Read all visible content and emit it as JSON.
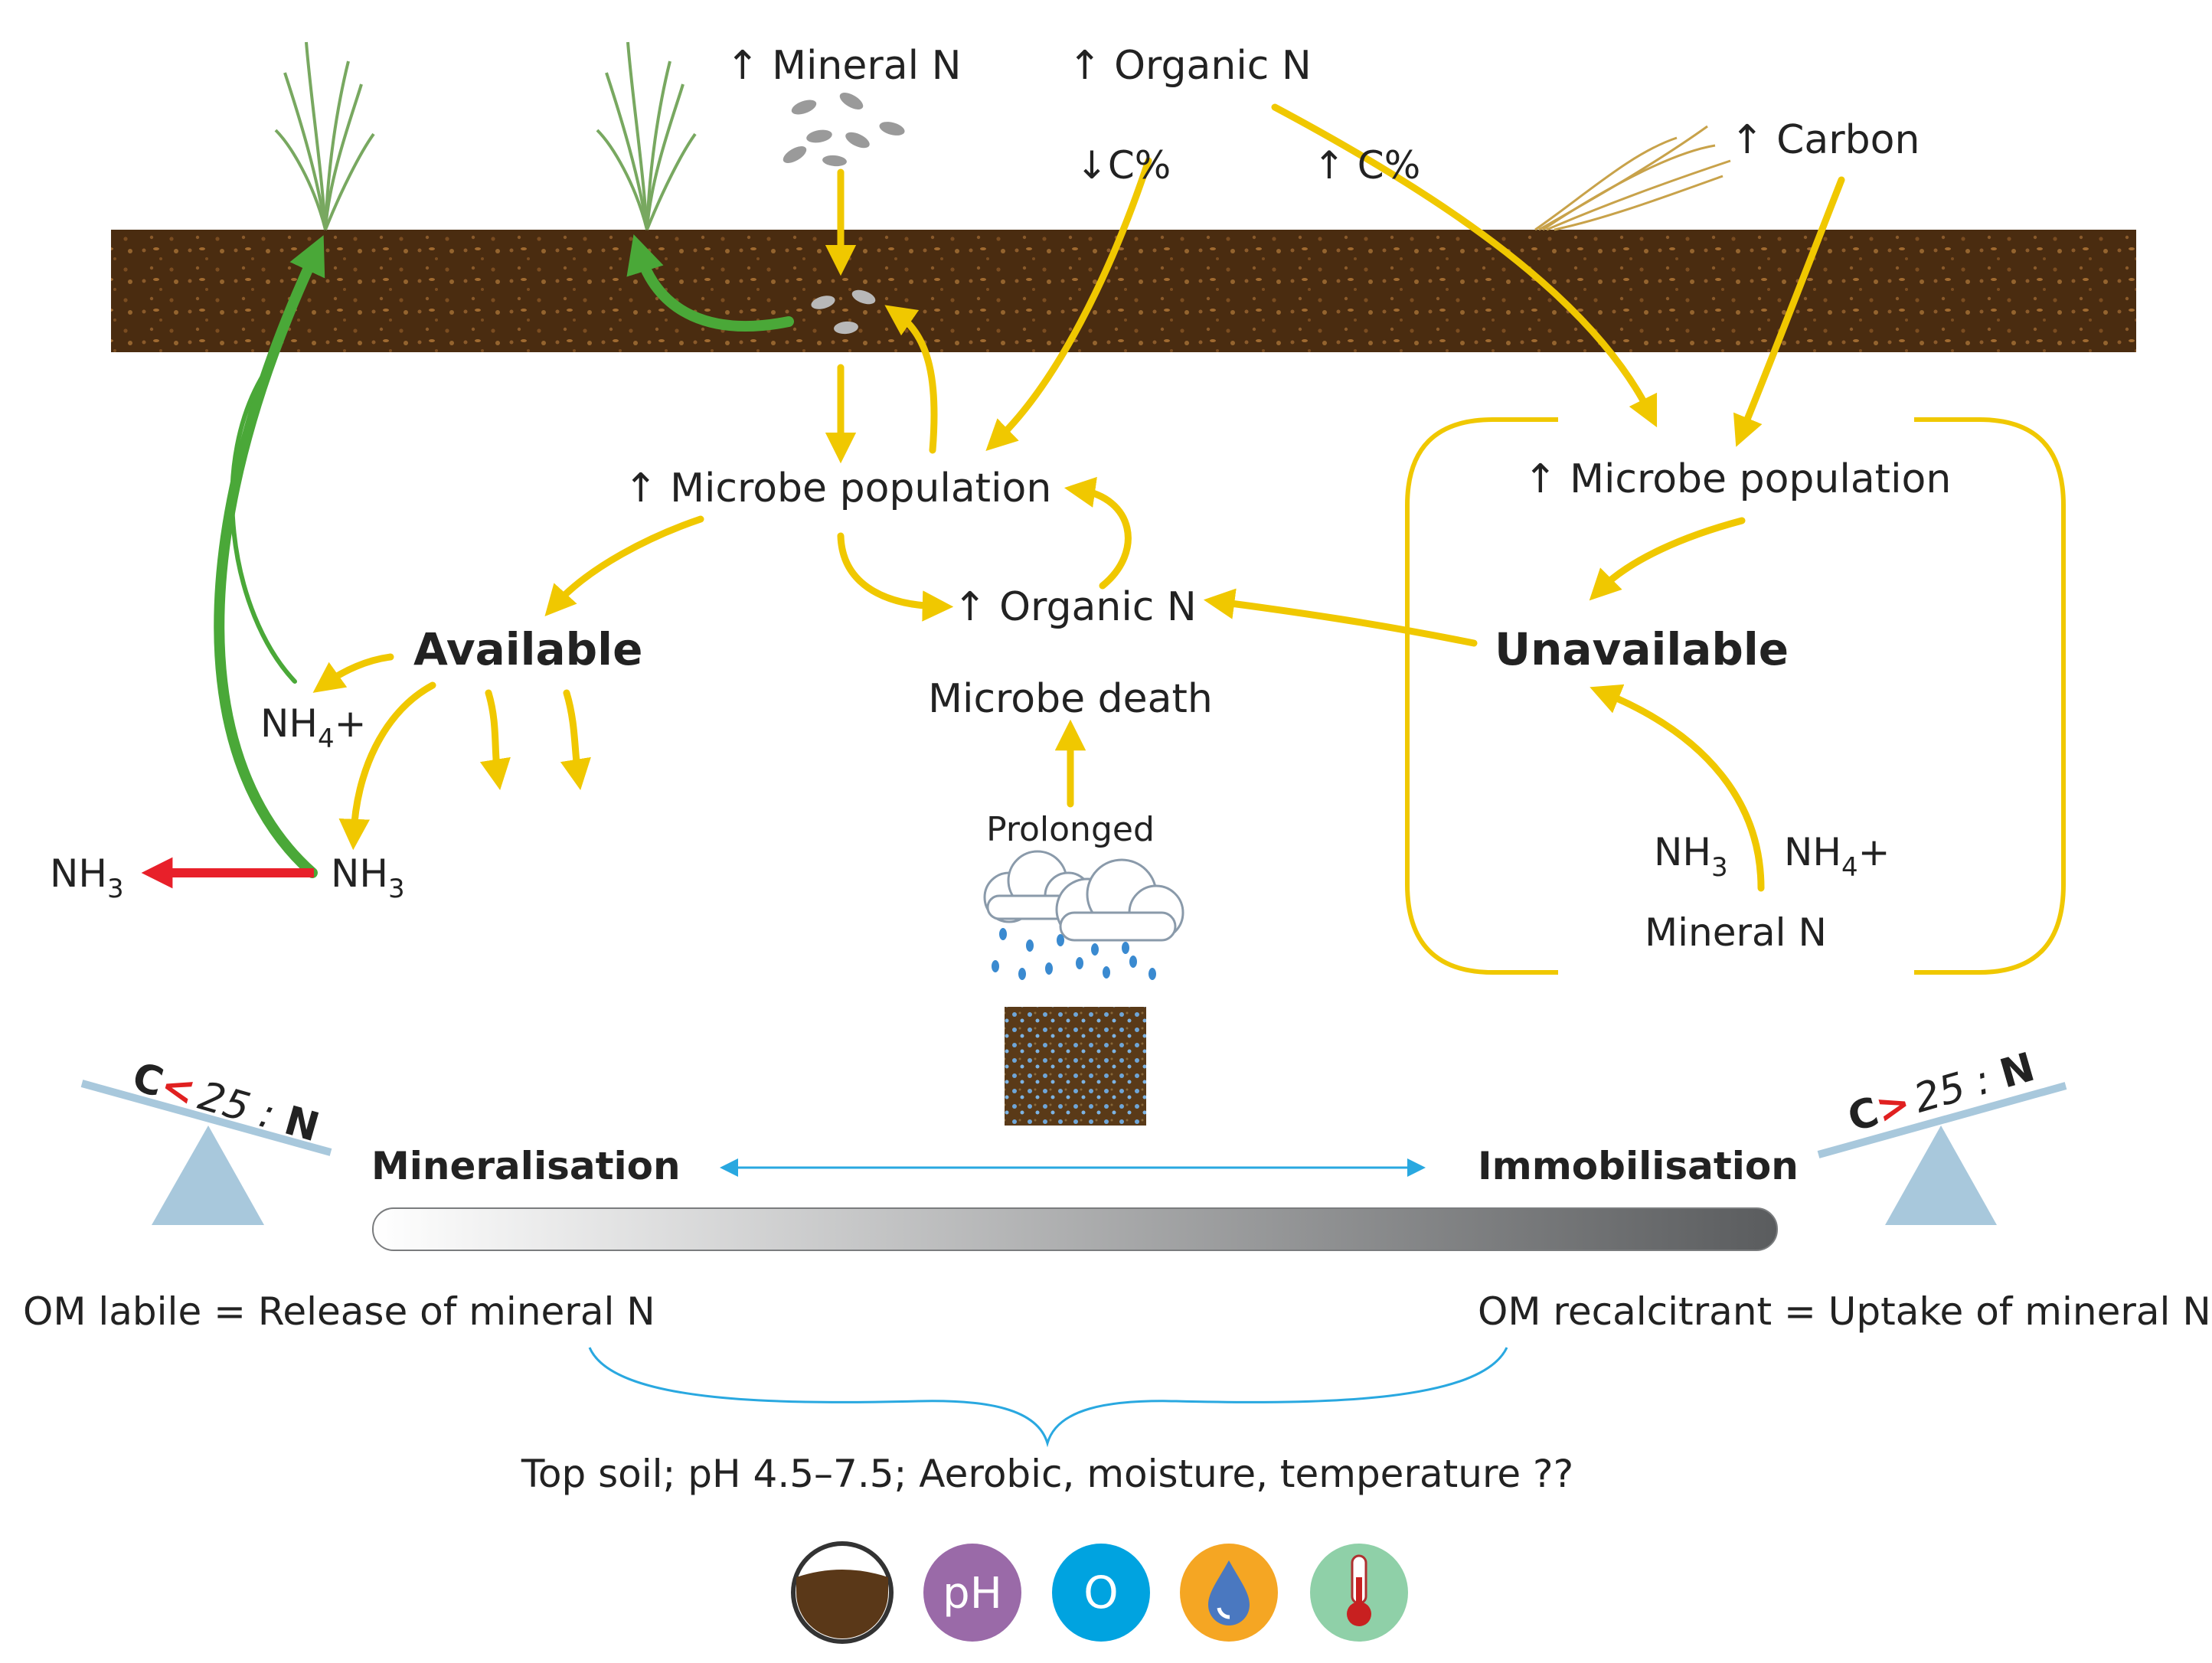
{
  "labels": {
    "mineral_n_top": "↑ Mineral N",
    "organic_n_top": "↑ Organic N",
    "c_down": "↓C%",
    "c_up": "↑ C%",
    "carbon": "↑ Carbon",
    "microbe_pop_left": "↑ Microbe population",
    "microbe_pop_right": "↑ Microbe population",
    "organic_n_center": "↑ Organic N",
    "microbe_death": "Microbe death",
    "prolonged": "Prolonged",
    "available": "Available",
    "unavailable": "Unavailable",
    "nh4_left": "NH",
    "nh4_left_sub": "4",
    "nh4_left_suffix": "+",
    "nh3_left_a": "NH",
    "nh3_left_a_sub": "3",
    "nh3_left_b": "NH",
    "nh3_left_b_sub": "3",
    "nh3_right": "NH",
    "nh3_right_sub": "3",
    "nh4_right": "NH",
    "nh4_right_sub": "4",
    "nh4_right_suffix": "+",
    "mineral_n_right": "Mineral N",
    "mineralisation": "Mineralisation",
    "immobilisation": "Immobilisation",
    "om_labile": "OM labile = Release of mineral N",
    "om_recalcitrant": "OM recalcitrant = Uptake of mineral N",
    "conditions": "Top soil; pH 4.5–7.5; Aerobic, moisture, temperature ??",
    "ratio_left_c": "C",
    "ratio_left_op": "<",
    "ratio_left_rest": "25 : ",
    "ratio_left_n": "N",
    "ratio_right_c": "C",
    "ratio_right_op": ">",
    "ratio_right_rest": "25 : ",
    "ratio_right_n": "N",
    "icon_ph": "pH",
    "icon_o": "O"
  },
  "icons": [
    "soil-icon",
    "ph-icon",
    "oxygen-icon",
    "moisture-icon",
    "temperature-icon"
  ],
  "colors": {
    "soil": "#4a2c10",
    "soil_speck": "#8a5a2a",
    "yellow_arrow": "#f0c800",
    "green_arrow": "#4aa838",
    "red_arrow": "#e8202a",
    "blue_arrow": "#29a8e0",
    "seesaw": "#a8c8dc",
    "icon_ph": "#9a6aa8",
    "icon_oxygen": "#00a3e0",
    "icon_moisture": "#f5a623",
    "icon_temperature": "#8fd0a8",
    "text": "#222222",
    "ratio_red": "#e02020"
  }
}
